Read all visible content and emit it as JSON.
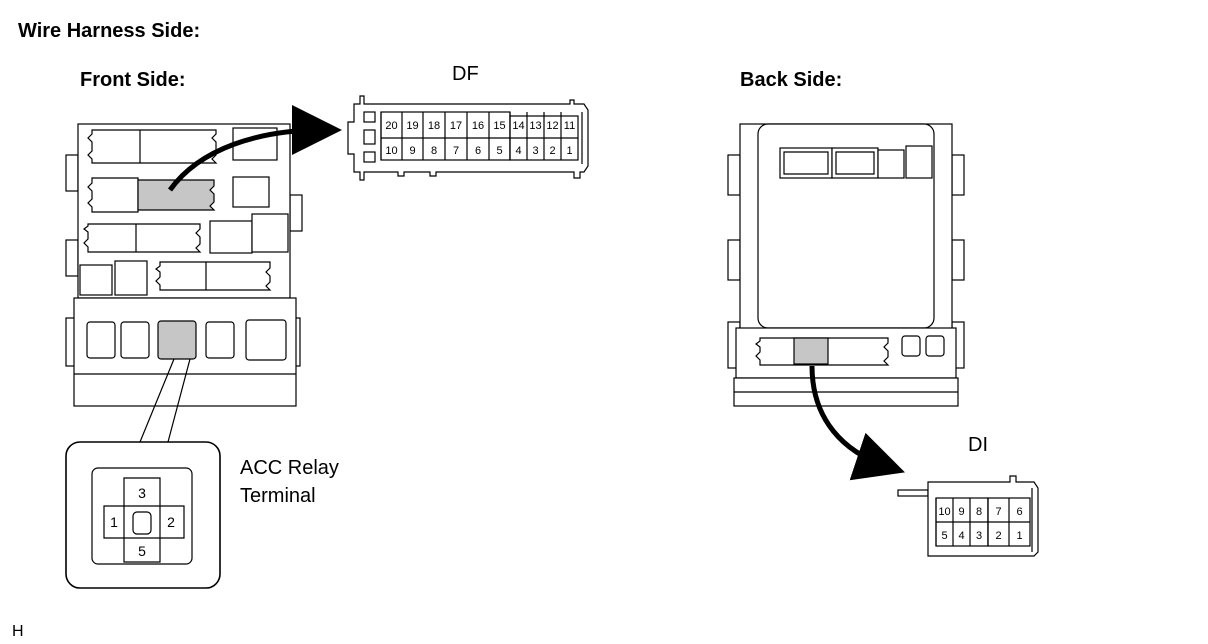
{
  "title": "Wire Harness Side:",
  "front_side_label": "Front Side:",
  "back_side_label": "Back Side:",
  "connector_df": {
    "name": "DF",
    "top_row": [
      "20",
      "19",
      "18",
      "17",
      "16",
      "15",
      "14",
      "13",
      "12",
      "11"
    ],
    "bottom_row": [
      "10",
      "9",
      "8",
      "7",
      "6",
      "5",
      "4",
      "3",
      "2",
      "1"
    ]
  },
  "connector_di": {
    "name": "DI",
    "top_row": [
      "10",
      "9",
      "8",
      "7",
      "6"
    ],
    "bottom_row": [
      "5",
      "4",
      "3",
      "2",
      "1"
    ]
  },
  "acc_relay": {
    "label_line1": "ACC Relay",
    "label_line2": "Terminal",
    "terminals": {
      "top": "3",
      "left": "1",
      "right": "2",
      "bottom": "5"
    }
  },
  "footer_code": "H",
  "colors": {
    "highlight": "#c6c6c6",
    "line": "#000000",
    "background": "#ffffff"
  }
}
